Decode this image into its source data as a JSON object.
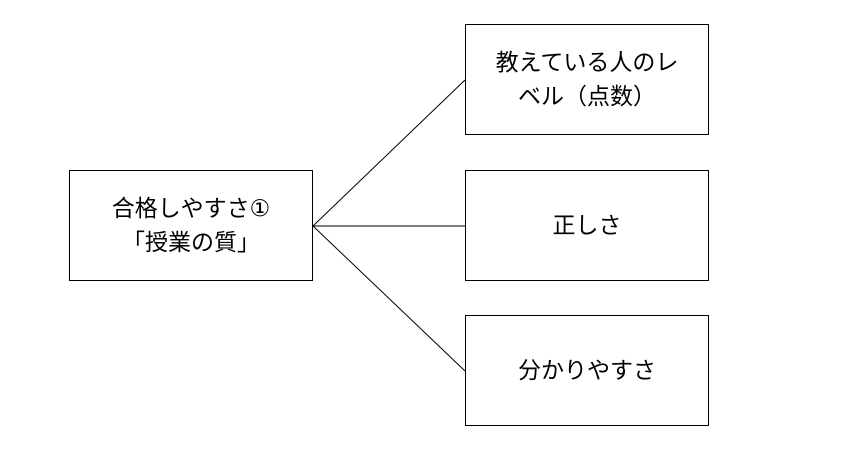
{
  "diagram": {
    "root": {
      "lines": [
        "合格しやすさ①",
        "「授業の質」"
      ]
    },
    "children": [
      {
        "lines": [
          "教えている人のレ",
          "ベル（点数）"
        ]
      },
      {
        "lines": [
          "正しさ"
        ]
      },
      {
        "lines": [
          "分かりやすさ"
        ]
      }
    ],
    "colors": {
      "stroke": "#000000",
      "background": "#ffffff"
    }
  }
}
